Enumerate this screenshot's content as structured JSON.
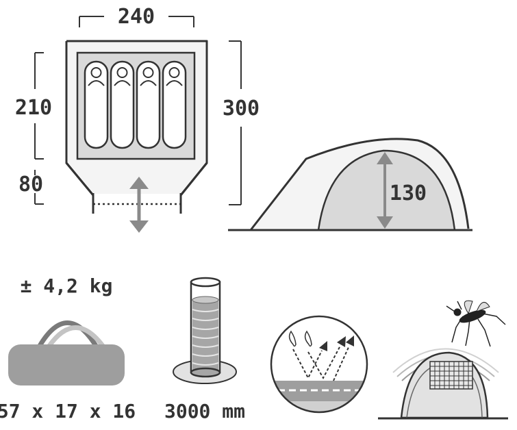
{
  "floorplan": {
    "width": "240",
    "inner_length": "210",
    "vestibule_depth": "80",
    "total_length": "300",
    "sleeping_places": 4
  },
  "side_view": {
    "height": "130"
  },
  "specs": {
    "weight": "± 4,2 kg",
    "pack_size": "57 x 17 x 16",
    "water_column": "3000 mm"
  },
  "icons": [
    "tent-floorplan-icon",
    "tent-side-view-icon",
    "packed-bag-icon",
    "water-column-icon",
    "breathable-fabric-icon",
    "mosquito-net-icon"
  ],
  "colors": {
    "outline": "#333333",
    "fill_light": "#d9d9d9",
    "fill_mid": "#a6a6a6",
    "arrow": "#8a8a8a",
    "bag": "#9e9e9e"
  }
}
